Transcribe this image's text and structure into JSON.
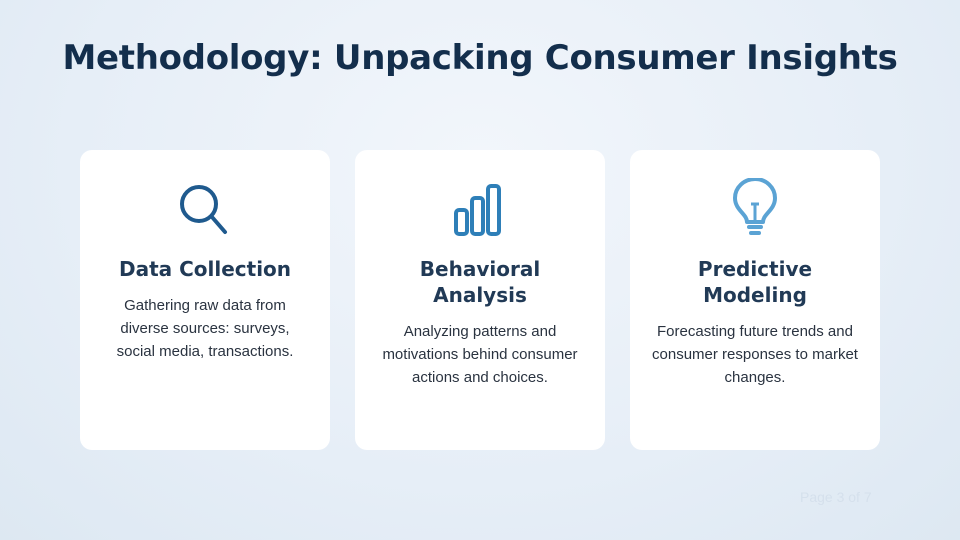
{
  "title": "Methodology: Unpacking Consumer Insights",
  "cards": [
    {
      "icon": "search-icon",
      "color": "#1f5a8e",
      "title": "Data Collection",
      "body": "Gathering raw data from diverse sources: surveys, social media, transactions."
    },
    {
      "icon": "bar-chart-icon",
      "color": "#2e7fb8",
      "title": "Behavioral Analysis",
      "body": "Analyzing patterns and motivations behind consumer actions and choices."
    },
    {
      "icon": "lightbulb-icon",
      "color": "#5ba3d4",
      "title": "Predictive Modeling",
      "body": "Forecasting future trends and consumer responses to market changes."
    }
  ],
  "page": "Page 3 of 7"
}
